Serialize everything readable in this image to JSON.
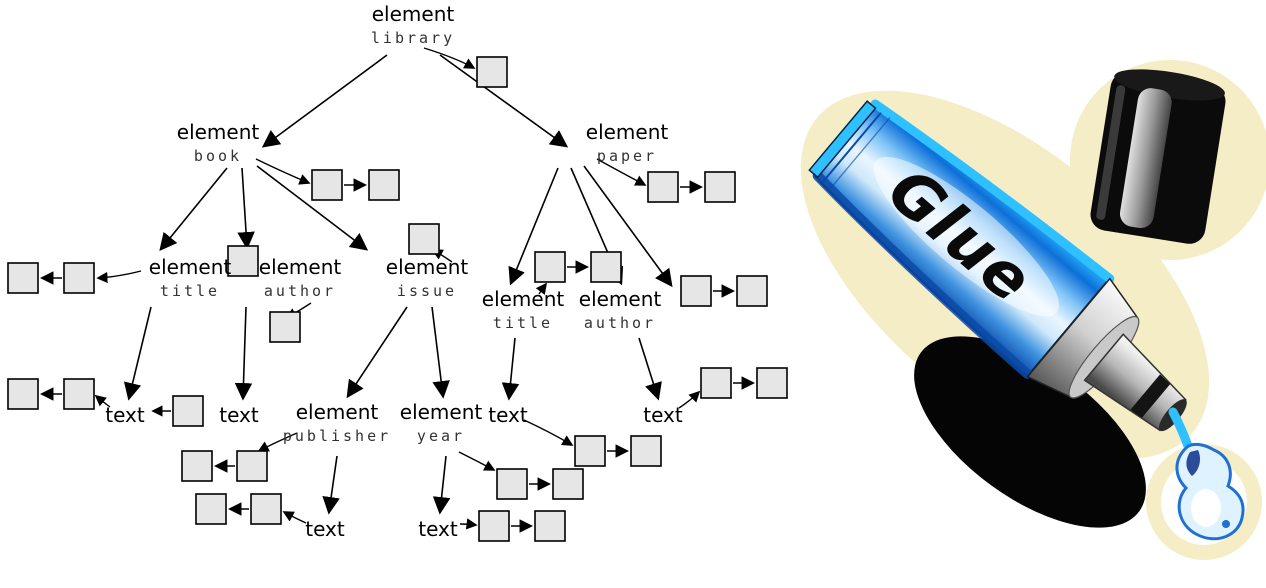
{
  "diagram": {
    "nodes": [
      {
        "type": "element",
        "name": "library"
      },
      {
        "type": "element",
        "name": "book"
      },
      {
        "type": "element",
        "name": "paper"
      },
      {
        "type": "element",
        "name": "title"
      },
      {
        "type": "element",
        "name": "author"
      },
      {
        "type": "element",
        "name": "issue"
      },
      {
        "type": "element",
        "name": "title"
      },
      {
        "type": "element",
        "name": "author"
      },
      {
        "type": "element",
        "name": "publisher"
      },
      {
        "type": "element",
        "name": "year"
      }
    ],
    "text_leaves": [
      "text",
      "text",
      "text",
      "text",
      "text",
      "text"
    ]
  },
  "glue": {
    "label": "Glue"
  },
  "colors": {
    "square_fill": "#e6e6e6",
    "square_border": "#000000",
    "tube_blue": "#1477e0",
    "tube_cyan": "#2ec0ff",
    "halo_yellow": "#f4edc6",
    "cap_black": "#0b0b0b",
    "drip_fill": "#dff2ff"
  }
}
